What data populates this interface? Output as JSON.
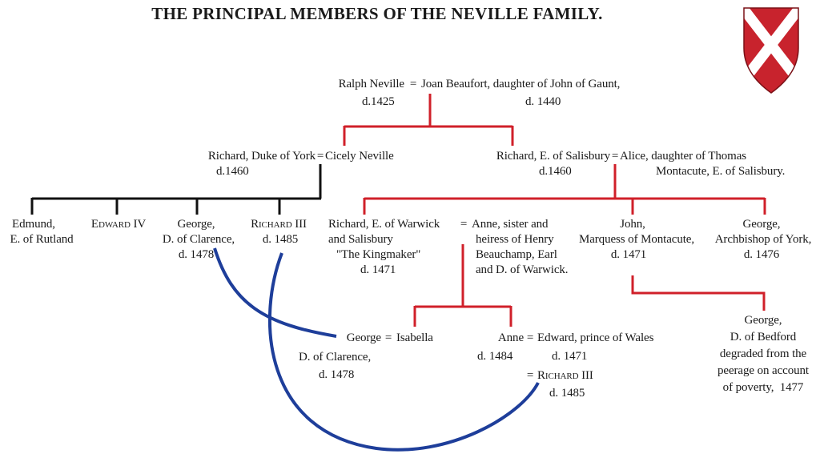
{
  "title": "THE PRINCIPAL MEMBERS OF THE NEVILLE FAMILY.",
  "shield": {
    "field": "#c8232d",
    "saltire": "#ffffff"
  },
  "colors": {
    "red_line": "#d0202a",
    "black_line": "#111111",
    "blue_arc": "#1e3e9a"
  },
  "people": {
    "ralph": {
      "name": "Ralph Neville",
      "dates": "d.1425"
    },
    "joan": {
      "name": "Joan Beaufort, daughter of John of Gaunt,",
      "dates": "d. 1440"
    },
    "york": {
      "name": "Richard, Duke of York",
      "dates": "d.1460"
    },
    "cicely": {
      "name": "Cicely Neville"
    },
    "salisbury": {
      "name": "Richard, E. of Salisbury",
      "dates": "d.1460"
    },
    "alice": {
      "line1": "Alice, daughter of Thomas",
      "line2": "Montacute, E. of Salisbury."
    },
    "edmund": {
      "line1": "Edmund,",
      "line2": "E. of Rutland"
    },
    "edward_iv": {
      "name": "Edward IV"
    },
    "george_clarence": {
      "line1": "George,",
      "line2": "D. of Clarence,",
      "line3": "d. 1478"
    },
    "richard_iii": {
      "name": "Richard III",
      "dates": "d. 1485"
    },
    "warwick": {
      "line1": "Richard, E. of Warwick",
      "line2": "and Salisbury",
      "line3": "\"The Kingmaker\"",
      "line4": "d. 1471"
    },
    "anne_beauchamp": {
      "line1": "Anne, sister and",
      "line2": "heiress of Henry",
      "line3": "Beauchamp, Earl",
      "line4": "and D. of Warwick."
    },
    "john": {
      "line1": "John,",
      "line2": "Marquess of Montacute,",
      "line3": "d. 1471"
    },
    "george_york": {
      "line1": "George,",
      "line2": "Archbishop of York,",
      "line3": "d. 1476"
    },
    "george_lower": {
      "name": "George",
      "line2": "D. of Clarence,",
      "line3": "d. 1478"
    },
    "isabella": {
      "name": "Isabella"
    },
    "anne_neville": {
      "name": "Anne",
      "dates": "d. 1484"
    },
    "edward_wales": {
      "name": "Edward, prince of Wales",
      "dates": "d. 1471"
    },
    "richard_iii_lower": {
      "name": "Richard III",
      "dates": "d. 1485"
    },
    "george_bedford": {
      "line1": "George,",
      "line2": "D. of Bedford",
      "line3": "degraded from the",
      "line4": "peerage on account",
      "line5": "of poverty,  1477"
    }
  },
  "marriage_sign": "="
}
